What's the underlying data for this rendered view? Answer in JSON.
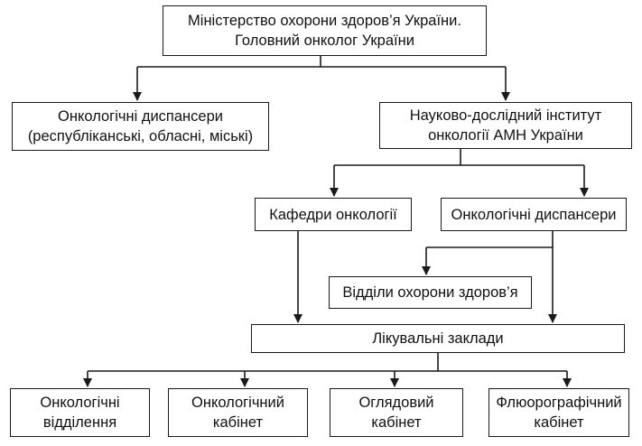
{
  "diagram": {
    "ministry": [
      "Міністерство охорони здоров’я України.",
      "Головний онколог України"
    ],
    "regional_dispensaries": [
      "Онкологічні диспансери",
      "(республіканські, обласні, міські)"
    ],
    "research_institute": [
      "Науково-дослідний інститут",
      "онкології АМН України"
    ],
    "oncology_departments_univ": [
      "Кафедри онкології"
    ],
    "dispensaries": [
      "Онкологічні диспансери"
    ],
    "health_departments": [
      "Відділи охорони здоров’я"
    ],
    "medical_facilities": [
      "Лікувальні заклади"
    ],
    "oncology_wards": [
      "Онкологічні",
      "відділення"
    ],
    "oncology_cabinet": [
      "Онкологічний",
      "кабінет"
    ],
    "examination_cabinet": [
      "Оглядовий",
      "кабінет"
    ],
    "fluorography_cabinet": [
      "Флюорографічний",
      "кабінет"
    ]
  }
}
